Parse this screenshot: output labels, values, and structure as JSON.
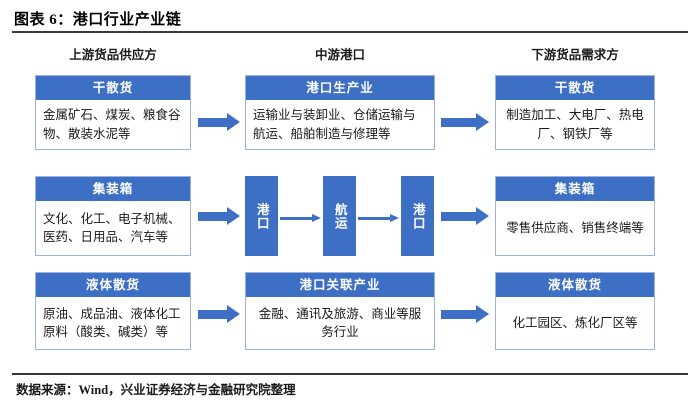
{
  "figure": {
    "title": "图表 6：港口行业产业链",
    "source": "数据来源：Wind，兴业证券经济与金融研究院整理",
    "accent_color": "#3d6fc4",
    "border_color": "#9bb4de"
  },
  "columns": [
    {
      "label": "上游货品供应方"
    },
    {
      "label": "中游港口"
    },
    {
      "label": "下游货品需求方"
    }
  ],
  "rows": [
    {
      "upstream": {
        "header": "干散货",
        "body": "金属矿石、煤炭、粮食谷物、散装水泥等"
      },
      "midstream": {
        "header": "港口生产业",
        "body": "运输业与装卸业、仓储运输与航运、船舶制造与修理等"
      },
      "downstream": {
        "header": "干散货",
        "body": "制造加工、大电厂、热电厂、钢铁厂等"
      }
    },
    {
      "upstream": {
        "header": "集装箱",
        "body": "文化、化工、电子机械、医药、日用品、汽车等"
      },
      "midstream": {
        "chain": [
          "港口",
          "航运",
          "港口"
        ]
      },
      "downstream": {
        "header": "集装箱",
        "body": "零售供应商、销售终端等"
      }
    },
    {
      "upstream": {
        "header": "液体散货",
        "body": "原油、成品油、液体化工原料（酸类、碱类）等"
      },
      "midstream": {
        "header": "港口关联产业",
        "body": "金融、通讯及旅游、商业等服务行业"
      },
      "downstream": {
        "header": "液体散货",
        "body": "化工园区、炼化厂区等"
      }
    }
  ]
}
